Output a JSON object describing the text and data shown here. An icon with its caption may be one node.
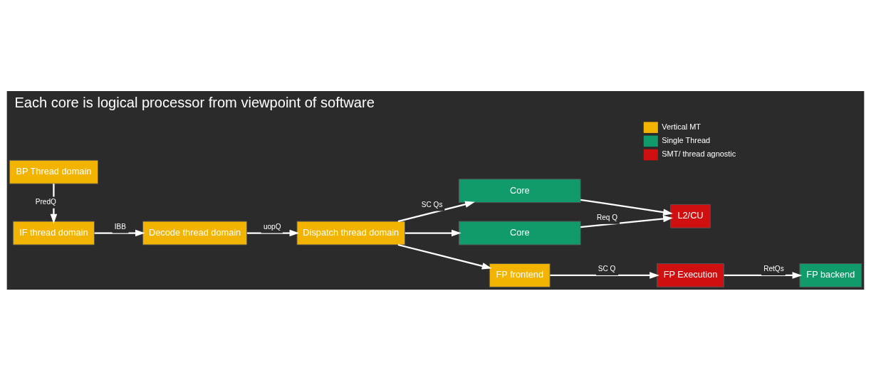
{
  "diagram": {
    "title": "Each core is logical processor from viewpoint of software",
    "nodes": [
      {
        "text": [
          "IF thread domain"
        ]
      },
      {
        "text": [
          "Decode thread domain"
        ]
      },
      {
        "text": [
          "Dispatch thread domain"
        ]
      },
      {
        "text": [
          "Core"
        ]
      },
      {
        "text": [
          "Core"
        ]
      },
      {
        "text": [
          "L2/CU"
        ]
      },
      {
        "text": [
          "BP Thread domain"
        ]
      },
      {
        "text": [
          "FP frontend"
        ]
      },
      {
        "text": [
          "FP Execution"
        ]
      },
      {
        "text": [
          "FP backend"
        ]
      }
    ],
    "edges": [
      {
        "from": 0,
        "to": 1,
        "arrow": "to",
        "label": "IBB"
      },
      {
        "from": 1,
        "to": 2,
        "arrow": "to",
        "label": "uopQ"
      },
      {
        "from": 6,
        "to": 0,
        "arrow": "to",
        "label": "PredQ"
      },
      {
        "from": 2,
        "to": 3,
        "arrow": "to",
        "label": "SC Qs"
      },
      {
        "from": 2,
        "to": 4,
        "arrow": "to"
      },
      {
        "from": 2,
        "to": 7,
        "arrow": "to"
      },
      {
        "from": 3,
        "to": 5,
        "arrow": "to"
      },
      {
        "from": 4,
        "to": 5,
        "arrow": "to",
        "label": "Req Q"
      },
      {
        "from": 7,
        "to": 8,
        "arrow": "to",
        "label": "SC Q"
      },
      {
        "from": 8,
        "to": 9,
        "arrow": "to",
        "label": "RetQs"
      }
    ],
    "legend": [
      {
        "text": "Vertical MT",
        "color": "#f2b400"
      },
      {
        "text": "Single Thread",
        "color": "#119a6a"
      },
      {
        "text": "SMT/ thread agnostic",
        "color": "#d01010"
      }
    ]
  }
}
